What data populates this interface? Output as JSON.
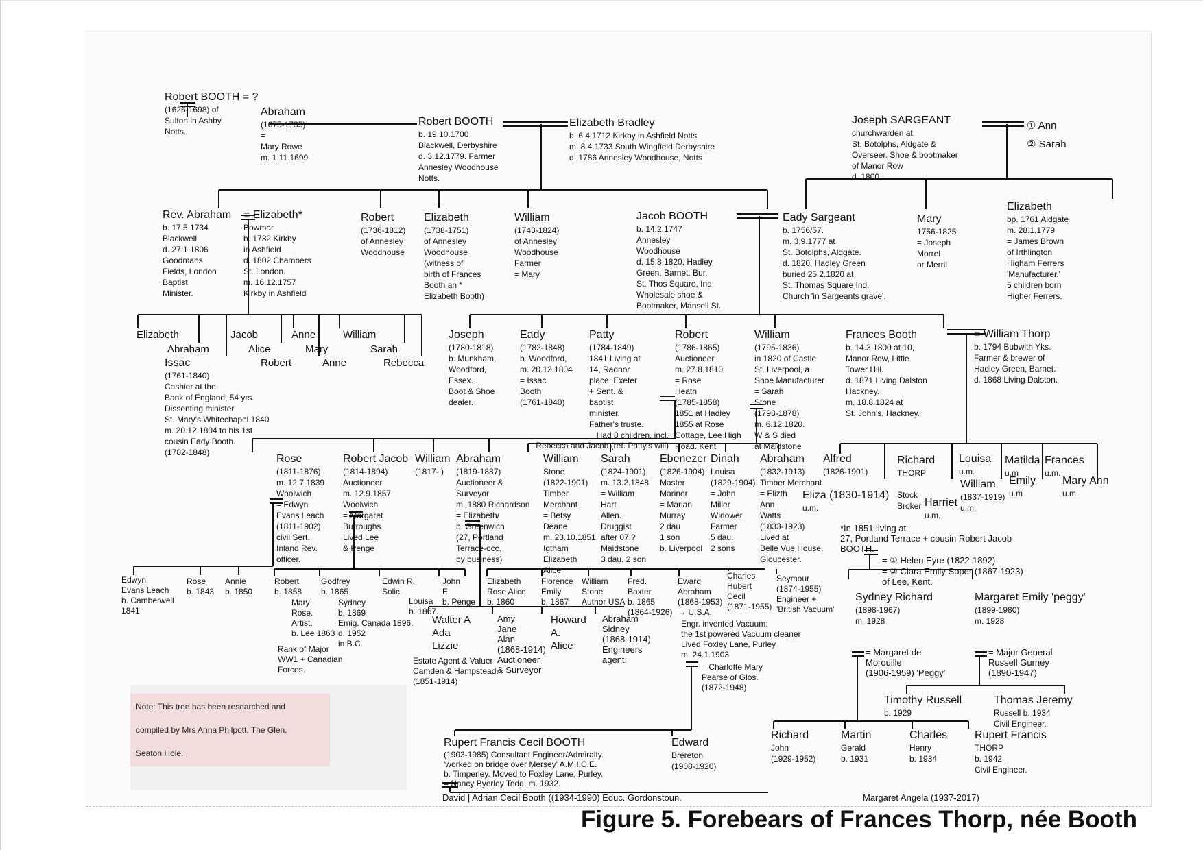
{
  "caption": "Figure 5. Forebears of Frances Thorp, née Booth",
  "note": "Note: This tree has been researched and\ncompiled  by Mrs Anna Philpott, The Glen,\nSeaton Hole.",
  "gen1": {
    "robert_1626": "Robert BOOTH = ?\n(1626-1698) of\nSulton in Ashby\nNotts.",
    "abraham_1675": "Abraham\n(1675-1735)\n=\nMary Rowe\nm. 1.11.1699",
    "robert_1700": "Robert BOOTH\nb. 19.10.1700\nBlackwell, Derbyshire\nd. 3.12.1779. Farmer\nAnnesley Woodhouse\nNotts.",
    "elizabeth_bradley": "Elizabeth Bradley\nb. 6.4.1712 Kirkby in Ashfield Notts\nm. 8.4.1733 South Wingfield Derbyshire\nd. 1786 Annesley Woodhouse, Notts",
    "joseph_sargeant": "Joseph SARGEANT\nchurchwarden at\nSt. Botolphs, Aldgate &\nOverseer. Shoe & bootmaker\nof Manor Row\nd. 1800.",
    "joseph_wives": "① Ann\n② Sarah"
  },
  "gen2": {
    "rev_abraham": "Rev. Abraham\nb. 17.5.1734\nBlackwell\nd. 27.1.1806\nGoodmans\nFields, London\nBaptist\nMinister.",
    "elizabeth_bowmar": "= Elizabeth*\nBowmar\nb. 1732 Kirkby\nin Ashfield\nd. 1802 Chambers\nSt. London.\nm. 16.12.1757\nKirkby in Ashfield",
    "robert_1736": "Robert\n(1736-1812)\nof Annesley\nWoodhouse",
    "elizabeth_1738": "Elizabeth\n(1738-1751)\nof Annesley\nWoodhouse\n(witness of\nbirth of Frances\nBooth an *\nElizabeth Booth)",
    "william_1743": "William\n(1743-1824)\nof Annesley\nWoodhouse\nFarmer\n= Mary",
    "jacob_booth": "Jacob BOOTH\nb. 14.2.1747\nAnnesley\nWoodhouse\nd. 15.8.1820, Hadley\nGreen, Barnet. Bur.\nSt. Thos Square, Ind.\nWholesale shoe &\nBootmaker, Mansell St.",
    "eady_sargeant": "Eady Sargeant\nb. 1756/57.\nm. 3.9.1777 at\nSt. Botolphs, Aldgate.\nd. 1820, Hadley Green\nburied 25.2.1820 at\nSt. Thomas Square Ind.\nChurch 'in Sargeants grave'.",
    "mary_1756": "Mary\n1756-1825\n= Joseph\nMorrel\nor Merril",
    "elizabeth_1761": "Elizabeth\nbp. 1761 Aldgate\nm. 28.1.1779\n= James Brown\nof Irthlington\nHigham Ferrers\n'Manufacturer.'\n5 children born\nHigher Ferrers."
  },
  "gen3": {
    "elizabeth": "Elizabeth",
    "abraham": "Abraham",
    "issac": "Issac\n(1761-1840)\nCashier at the\nBank of England, 54 yrs.\nDissenting minister\nSt. Mary's Whitechapel 1840\nm. 20.12.1804 to his 1st\ncousin Eady Booth.\n(1782-1848)",
    "jacob": "Jacob",
    "alice": "Alice",
    "robert": "Robert",
    "anne1": "Anne",
    "mary": "Mary",
    "anne2": "Anne",
    "william": "William",
    "sarah": "Sarah",
    "rebecca": "Rebecca",
    "joseph": "Joseph\n(1780-1818)\nb. Munkham,\nWoodford,\nEssex.\nBoot & Shoe\ndealer.",
    "eady": "Eady\n(1782-1848)\nb. Woodford,\nm. 20.12.1804\n= Issac\nBooth\n(1761-1840)",
    "patty": "Patty\n(1784-1849)\n1841 Living at\n14, Radnor\nplace, Exeter\n+ Sent. &\nbaptist\nminister.\nFather's truste.",
    "robert_1786": "Robert\n(1786-1865)\nAuctioneer.\nm. 27.8.1810\n= Rose\nHeath\n(1785-1858)\n1851 at Hadley\n1855 at Rose\nCottage, Lee High\nRoad. Kent",
    "william_1795": "William\n(1795-1836)\nin 1820 of Castle\nSt. Liverpool, a\nShoe Manufacturer\n= Sarah\nStone\n(1793-1878)\nm. 6.12.1820.\nW & S died\nat Maidstone",
    "frances_booth": "Frances Booth\nb. 14.3.1800 at 10,\nManor Row, Little\nTower Hill.\nd. 1871 Living Dalston\nHackney.\nm. 18.8.1824 at\nSt. John's, Hackney.",
    "william_thorp": "= William Thorp\nb. 1794 Bubwith Yks.\nFarmer & brewer of\nHadley Green, Barnet.\nd. 1868 Living Dalston.",
    "eight_children": "Had 8 children, incl.\nRebecca and Jacob (ref. Patty's will)"
  },
  "gen4": {
    "rose": "Rose\n(1811-1876)\nm. 12.7.1839\nWoolwich\n= Edwyn\nEvans Leach\n(1811-1902)\ncivil Sert.\nInland Rev.\nofficer.",
    "robert_jacob": "Robert Jacob\n(1814-1894)\nAuctioneer\nm. 12.9.1857\nWoolwich\n= Margaret\nBurroughs\nLived Lee\n& Penge",
    "william_1817": "William\n(1817-   )",
    "abraham_1819": "Abraham\n(1819-1887)\nAuctioneer &\nSurveyor\nm. 1880 Richardson\n= Elizabeth/\nb. Greenwich\n(27, Portland\nTerrace-occ.\nby business)",
    "william_stone": "William\nStone\n(1822-1901)\nTimber\nMerchant\n= Betsy\nDeane\nm. 23.10.1851\nIgtham\nElizabeth\nAlice",
    "sarah_1824": "Sarah\n(1824-1901)\nm. 13.2.1848\n= William\nHart\nAllen.\nDruggist\nafter 07.?\nMaidstone\n3 dau. 2 son",
    "ebenezer": "Ebenezer\n(1826-1904)\nMaster\nMariner\n= Marian\nMurray\n2 dau\n1 son\nb. Liverpool",
    "dinah_louisa": "Dinah\nLouisa\n(1829-1904)\n= John\nMiller\nWidower\nFarmer\n5 dau.\n2 sons",
    "abraham_1832": "Abraham\n(1832-1913)\nTimber Merchant\n= Elizth\nAnn\nWatts\n(1833-1923)\nLived at\nBelle Vue House,\nGloucester.",
    "alfred": "Alfred\n(1826-1901)",
    "eliza": "Eliza (1830-1914)\nu.m.",
    "richard_thorp": "Richard\nTHORP\n\nStock\nBroker",
    "louisa": "Louisa\nu.m.",
    "william_1837": "William\n(1837-1919)\nu.m.",
    "harriet": "Harriet\nu.m.",
    "matilda": "Matilda\nu.m",
    "emily": "Emily\nu.m",
    "frances": "Frances\nu.m.",
    "mary_ann": "Mary Ann\nu.m.",
    "portland_note": "*In 1851 living at\n27, Portland Terrace + cousin Robert Jacob\nBOOTH.",
    "helen_eyre": "= ① Helen Eyre (1822-1892)",
    "clara_soper": "= ② Clara Emily Soper (1867-1923)\nof Lee, Kent."
  },
  "gen5": {
    "edwyn": "Edwyn\nEvans Leach\nb. Camberwell\n1841",
    "rose": "Rose\nb. 1843",
    "annie": "Annie\nb. 1850",
    "robert": "Robert\nb. 1858",
    "mary_rose": "Mary\nRose.\nArtist.\nb. Lee 1863",
    "godfrey": "Godfrey\nb. 1865",
    "sydney": "Sydney\nb. 1869\nEmig. Canada 1896.\nd. 1952\nin B.C.",
    "major": "Rank of Major\nWW1 + Canadian\nForces.",
    "edwin": "Edwin R.\nSolic.",
    "louisa": "Louisa\nb. 1867.",
    "john": "John\nE.\nb. Penge",
    "estate_agent": "Estate Agent & Valuer\nCamden & Hampstead.\n(1851-1914)",
    "elizabeth_rose_alice": "Elizabeth\nRose Alice\nb. 1860",
    "florence": "Florence\nEmily\nb. 1867",
    "william_stone": "William\nStone\nAuthor USA",
    "fred": "Fred.\nBaxter\nb. 1865\n(1864-1926)",
    "eward": "Eward\nAbraham\n(1868-1953)\n→ U.S.A.",
    "charles": "Charles\nHubert\nCecil\n(1871-1955)",
    "seymour": "Seymour\n(1874-1955)\nEngineer +\n'British Vacuum'",
    "vacuum": "Engr. invented Vacuum:\nthe 1st powered Vacuum cleaner\nLived Foxley Lane, Purley\nm. 24.1.1903",
    "charlotte": "= Charlotte Mary\nPearse of Glos.\n(1872-1948)",
    "walter": "Walter A\nAda\nLizzie",
    "amy": "Amy\nJane\nAlan\n(1868-1914)\nAuctioneer\n& Surveyor",
    "howard": "Howard\nA.\nAlice",
    "abraham_sidney": "Abraham\nSidney\n(1868-1914)\nEngineers\nagent.",
    "sydney_richard": "Sydney Richard\n(1898-1967)\nm. 1928",
    "margaret_emily": "Margaret Emily 'peggy'\n(1899-1980)\nm. 1928"
  },
  "gen6": {
    "margaret_de": "= Margaret de\nMorouille\n(1906-1959) 'Peggy'",
    "major_general": "= Major General\nRussell Gurney\n(1890-1947)",
    "timothy": "Timothy Russell\nb. 1929",
    "thomas": "Thomas Jeremy\nRussell b. 1934\nCivil Engineer.",
    "richard_john": "Richard\nJohn\n(1929-1952)",
    "martin": "Martin\nGerald\nb. 1931",
    "charles_henry": "Charles\nHenry\nb. 1934",
    "rupert_thorp": "Rupert Francis\nTHORP\nb. 1942\nCivil Engineer.",
    "rupert_booth": "Rupert Francis Cecil BOOTH\n(1903-1985) Consultant Engineer/Admiralty.\n'worked on bridge over Mersey' A.M.I.C.E.\nb. Timperley. Moved to Foxley Lane, Purley.\n= Nancy Byerley Todd. m. 1932.",
    "edward": "Edward\nBrereton\n(1908-1920)",
    "david_adrian": "David | Adrian Cecil Booth ((1934-1990) Educ. Gordonstoun.",
    "margaret_angela": "Margaret Angela (1937-2017)"
  }
}
